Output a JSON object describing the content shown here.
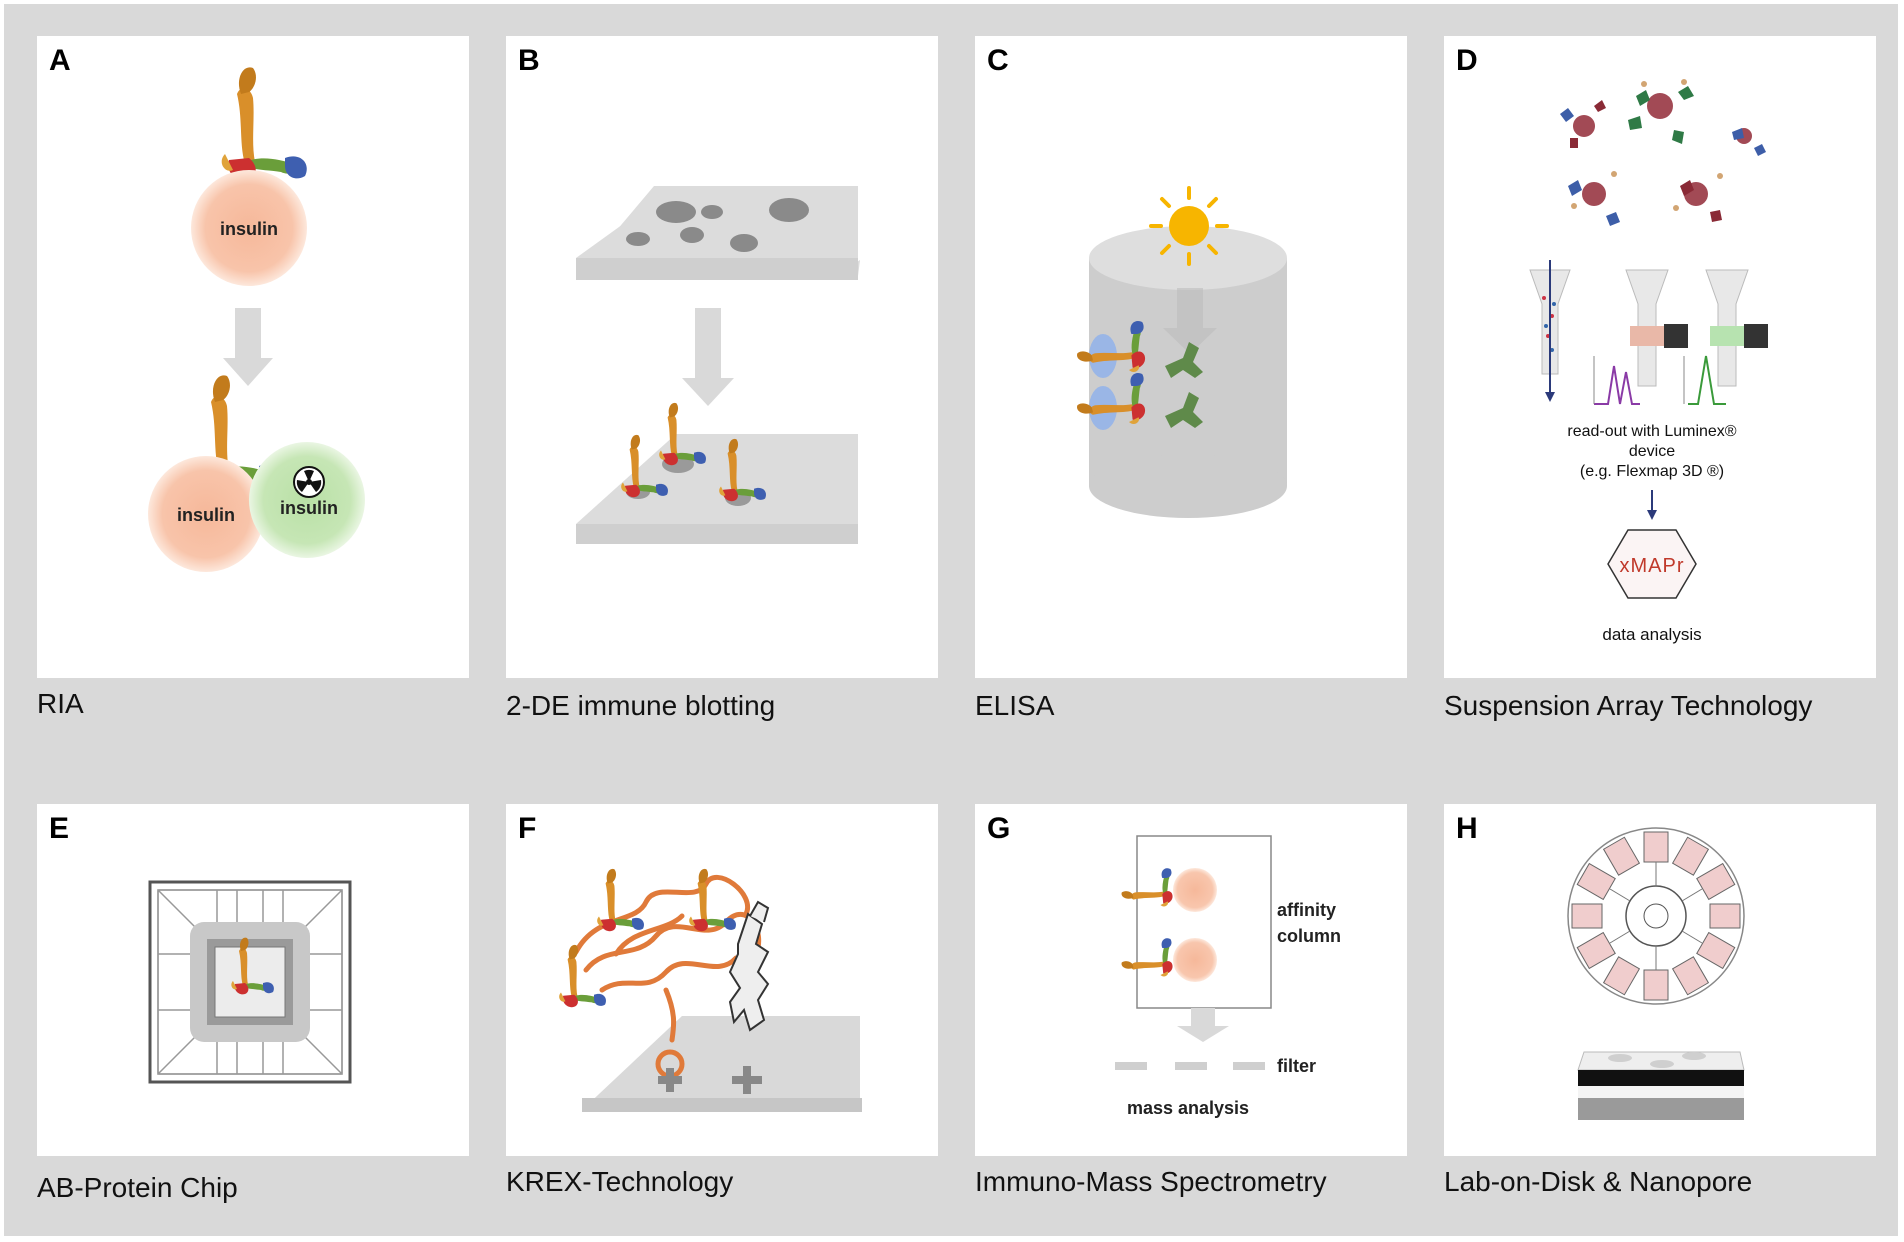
{
  "panels": [
    {
      "letter": "A",
      "caption": "RIA",
      "labels": {
        "top": "insulin",
        "bottom_left": "insulin",
        "bottom_right": "insulin"
      }
    },
    {
      "letter": "B",
      "caption": "2-DE immune blotting"
    },
    {
      "letter": "C",
      "caption": "ELISA"
    },
    {
      "letter": "D",
      "caption": "Suspension Array Technology",
      "labels": {
        "readout_line1": "read-out with Luminex®",
        "readout_line2": "device",
        "readout_line3": "(e.g. Flexmap 3D ®)",
        "logo": "xMAPr",
        "analysis": "data analysis"
      }
    },
    {
      "letter": "E",
      "caption": "AB-Protein Chip"
    },
    {
      "letter": "F",
      "caption": "KREX-Technology"
    },
    {
      "letter": "G",
      "caption": "Immuno-Mass Spectrometry",
      "labels": {
        "column_line1": "affinity",
        "column_line2": "column",
        "filter": "filter",
        "mass": "mass analysis"
      }
    },
    {
      "letter": "H",
      "caption": "Lab-on-Disk & Nanopore"
    }
  ],
  "colors": {
    "background": "#d9d9d9",
    "panel": "#ffffff",
    "insulin_peach": "#f6b89a",
    "insulin_green": "#b9e0a6",
    "arrow_gray": "#d9d9d9",
    "slide_gray": "#dcdcdc",
    "spot_gray": "#8a8a8a",
    "sun": "#f7b500",
    "krex_orange": "#e07a3a"
  },
  "icons": [
    "antibody-icon",
    "radioactive-icon",
    "sun-icon",
    "microsphere-icon",
    "arrow-down-icon",
    "nanopore-chip-icon",
    "disk-icon",
    "protein-ribbon-icon"
  ]
}
